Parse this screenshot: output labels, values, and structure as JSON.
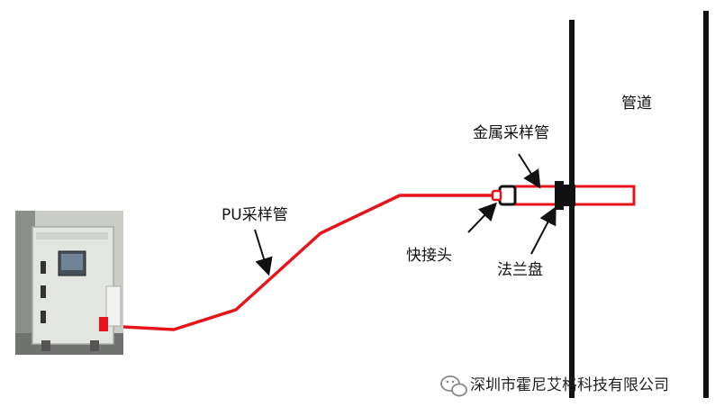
{
  "labels": {
    "pipe": "管道",
    "metal_sampling_pipe": "金属采样管",
    "pu_sampling_pipe": "PU采样管",
    "quick_connector": "快接头",
    "flange": "法兰盘"
  },
  "watermark": {
    "company": "深圳市霍尼艾格科技有限公司"
  },
  "colors": {
    "tube": "#e8141c",
    "wall": "#111111",
    "cabinet": "#d9dcd7"
  }
}
